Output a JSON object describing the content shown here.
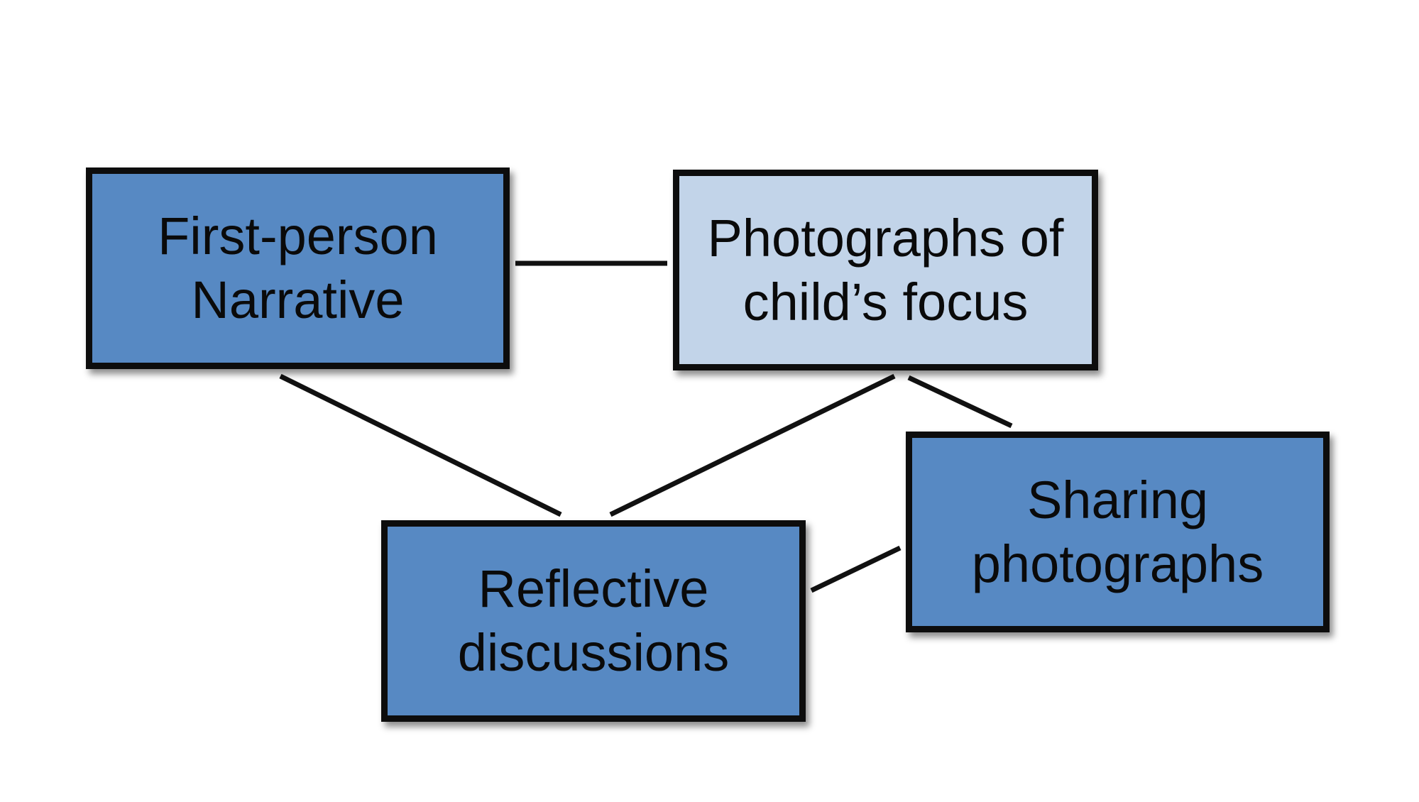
{
  "colors": {
    "dark_box": "#5789c3",
    "light_box": "#c2d4e9",
    "border": "#0d0d0d",
    "connector": "#111111",
    "text": "#0a0a0a"
  },
  "nodes": {
    "first_person": {
      "label": "First-person\nNarrative",
      "fill": "#5789c3"
    },
    "photographs": {
      "label": "Photographs of\nchild’s focus",
      "fill": "#c2d4e9"
    },
    "reflective": {
      "label": "Reflective\ndiscussions",
      "fill": "#5789c3"
    },
    "sharing": {
      "label": "Sharing\nphotographs",
      "fill": "#5789c3"
    }
  },
  "connections": [
    {
      "from": "first_person",
      "to": "photographs"
    },
    {
      "from": "first_person",
      "to": "reflective"
    },
    {
      "from": "photographs",
      "to": "reflective"
    },
    {
      "from": "photographs",
      "to": "sharing"
    },
    {
      "from": "reflective",
      "to": "sharing"
    }
  ]
}
